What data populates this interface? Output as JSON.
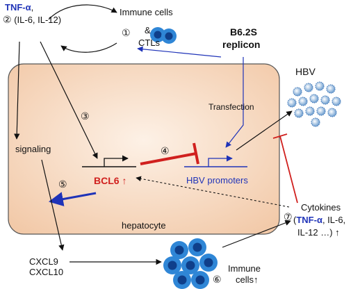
{
  "cell": {
    "label": "hepatocyte"
  },
  "top_left": {
    "tnf": "TNF-α",
    "comma": ",",
    "step": "②",
    "il": "(IL-6, IL-12)"
  },
  "immune_top": {
    "step": "①",
    "line1": "Immune cells",
    "line2": "&",
    "line3": "CTLs"
  },
  "replicon": {
    "line1": "B6.2S",
    "line2": "replicon"
  },
  "hbv": {
    "label": "HBV"
  },
  "transfection": {
    "label": "Transfection"
  },
  "signaling": {
    "label": "signaling"
  },
  "steps": {
    "s3": "③",
    "s4": "④",
    "s5": "⑤",
    "s6": "⑥",
    "s7": "⑦"
  },
  "bcl6": {
    "label": "BCL6",
    "arrow": "↑"
  },
  "hbv_promoters": {
    "label": "HBV promoters"
  },
  "chemokines": {
    "line1": "CXCL9",
    "line2": "CXCL10"
  },
  "immune_bottom": {
    "line1": "Immune",
    "line2": "cells↑"
  },
  "cytokines": {
    "line1": "Cytokines",
    "paren_open": "(",
    "tnf": "TNF-α",
    "rest1": ", IL-6,",
    "line3": "IL-12 …) ↑"
  },
  "colors": {
    "blue": "#1f33b8",
    "red": "#d0201e",
    "cell_fill": "#f8dcc6",
    "cell_stroke": "#555555"
  }
}
